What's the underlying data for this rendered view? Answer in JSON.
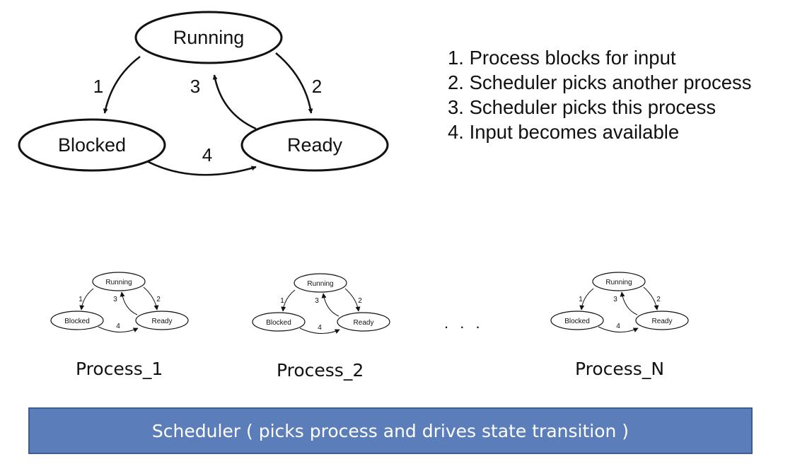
{
  "main_diagram": {
    "states": {
      "running": "Running",
      "blocked": "Blocked",
      "ready": "Ready"
    },
    "transitions": {
      "t1": "1",
      "t2": "2",
      "t3": "3",
      "t4": "4"
    }
  },
  "legend": [
    "1. Process blocks for input",
    "2. Scheduler picks another process",
    "3. Scheduler picks this process",
    "4. Input becomes available"
  ],
  "processes": [
    {
      "label": "Process_1"
    },
    {
      "label": "Process_2"
    },
    {
      "label": "Process_N"
    }
  ],
  "ellipsis": ". . .",
  "scheduler": {
    "label": "Scheduler ( picks process and drives state transition )"
  },
  "colors": {
    "scheduler_fill": "#5b7db9",
    "scheduler_border": "#3f5c91",
    "scheduler_text": "#ffffff",
    "stroke": "#111111"
  }
}
